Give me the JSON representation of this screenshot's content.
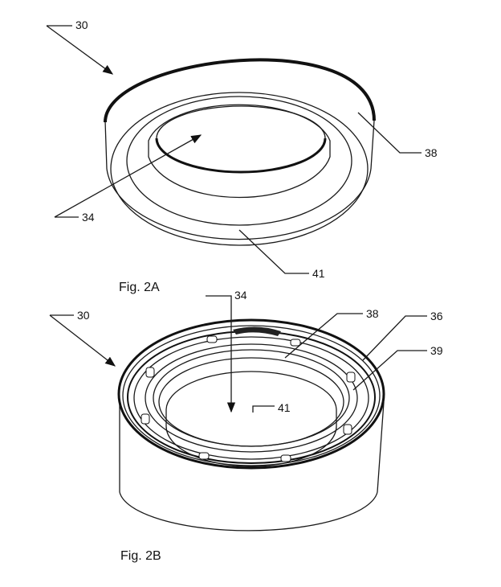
{
  "figures": [
    {
      "caption": "Fig. 2A",
      "labels": {
        "device": "30",
        "inner_surface": "34",
        "outer_wall": "38",
        "rim": "41"
      }
    },
    {
      "caption": "Fig. 2B",
      "labels": {
        "device": "30",
        "inner_surface": "34",
        "inner_wall": "38",
        "outer_ring": "36",
        "notch": "39",
        "opening": "41"
      }
    }
  ]
}
